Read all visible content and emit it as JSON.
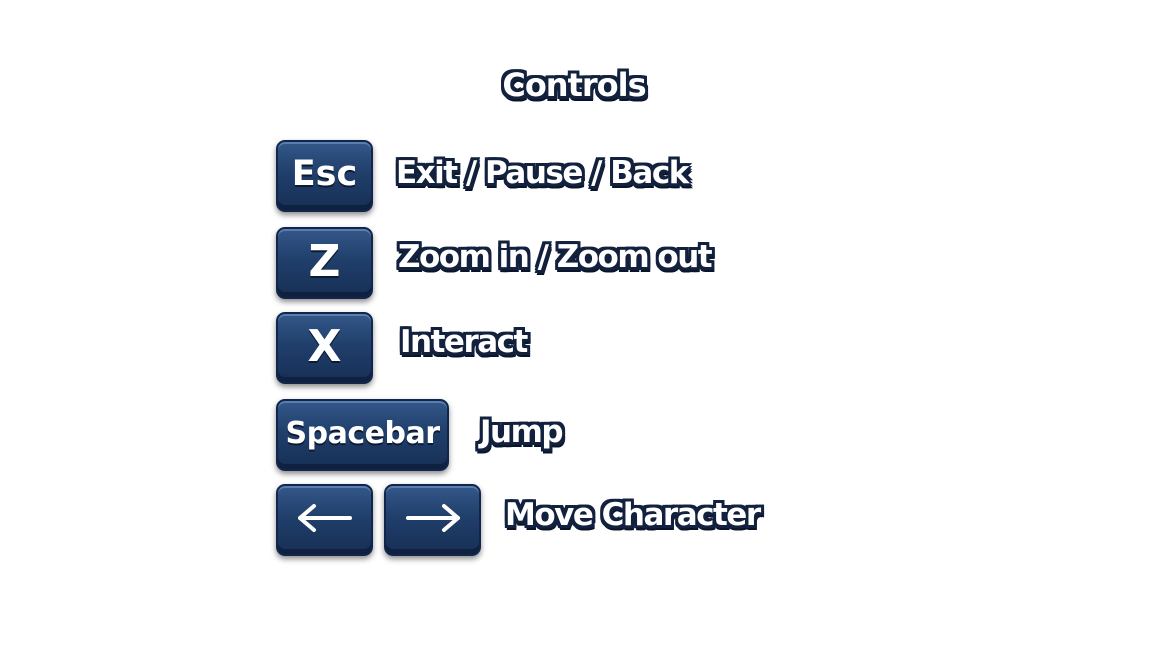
{
  "title": "Controls",
  "controls": [
    {
      "key": "Esc",
      "action": "Exit / Pause / Back"
    },
    {
      "key": "Z",
      "action": "Zoom in / Zoom out"
    },
    {
      "key": "X",
      "action": "Interact"
    },
    {
      "key": "Spacebar",
      "action": "Jump"
    },
    {
      "keys_icons": [
        "left-arrow-icon",
        "right-arrow-icon"
      ],
      "action": "Move Character"
    }
  ],
  "colors": {
    "key_fill": "#203f6b",
    "key_border": "#11264a",
    "text_outline": "#12213d",
    "text": "#ffffff",
    "background": "#ffffff"
  }
}
